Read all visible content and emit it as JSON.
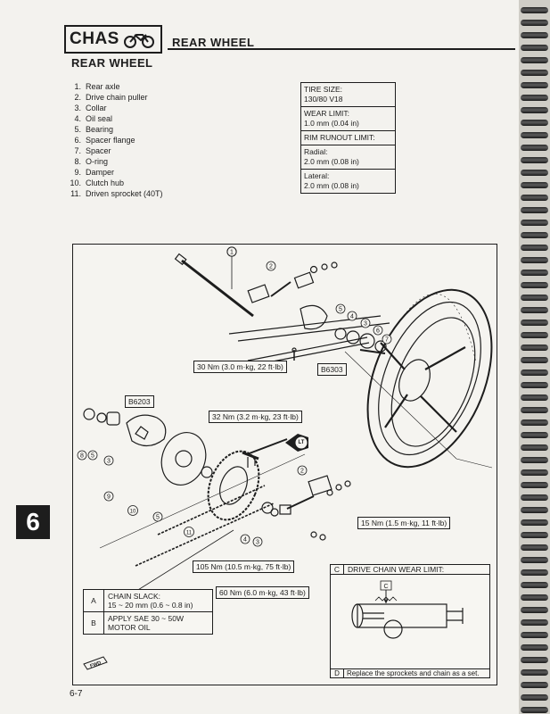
{
  "header": {
    "chas_label": "CHAS",
    "section_title": "REAR WHEEL",
    "page_title": "REAR WHEEL"
  },
  "parts": [
    {
      "num": "1.",
      "name": "Rear axle"
    },
    {
      "num": "2.",
      "name": "Drive chain puller"
    },
    {
      "num": "3.",
      "name": "Collar"
    },
    {
      "num": "4.",
      "name": "Oil seal"
    },
    {
      "num": "5.",
      "name": "Bearing"
    },
    {
      "num": "6.",
      "name": "Spacer flange"
    },
    {
      "num": "7.",
      "name": "Spacer"
    },
    {
      "num": "8.",
      "name": "O-ring"
    },
    {
      "num": "9.",
      "name": "Damper"
    },
    {
      "num": "10.",
      "name": "Clutch hub"
    },
    {
      "num": "11.",
      "name": "Driven sprocket (40T)"
    }
  ],
  "specs": {
    "tire_size_label": "TIRE SIZE:",
    "tire_size_value": "130/80 V18",
    "wear_limit_label": "WEAR LIMIT:",
    "wear_limit_value": "1.0 mm (0.04 in)",
    "rim_runout_label": "RIM RUNOUT LIMIT:",
    "radial_label": "Radial:",
    "radial_value": "2.0 mm (0.08 in)",
    "lateral_label": "Lateral:",
    "lateral_value": "2.0 mm (0.08 in)"
  },
  "figure": {
    "torque_axle": "30 Nm (3.0 m·kg, 22 ft·lb)",
    "bearing_right": "B6303",
    "bearing_left": "B6203",
    "torque_hub": "32 Nm (3.2 m·kg, 23 ft·lb)",
    "torque_puller": "15 Nm (1.5 m·kg, 11 ft·lb)",
    "torque_sprocket": "105 Nm (10.5 m·kg, 75 ft·lb)",
    "torque_caliper": "60 Nm (6.0 m·kg, 43 ft·lb)",
    "lt_mark": "LT",
    "fwd_mark": "FWD",
    "callouts": [
      "1",
      "2",
      "3",
      "4",
      "5",
      "6",
      "7",
      "8",
      "9",
      "10",
      "11"
    ]
  },
  "notes": {
    "a_key": "A",
    "a_text_1": "CHAIN SLACK:",
    "a_text_2": "15 ~ 20 mm (0.6 ~ 0.8 in)",
    "b_key": "B",
    "b_text_1": "APPLY SAE 30 ~ 50W",
    "b_text_2": "MOTOR OIL",
    "c_key": "C",
    "c_text": "DRIVE CHAIN WEAR LIMIT:",
    "d_key": "D",
    "d_text": "Replace the sprockets and chain as a set."
  },
  "chapter_tab": "6",
  "page_number": "6-7"
}
